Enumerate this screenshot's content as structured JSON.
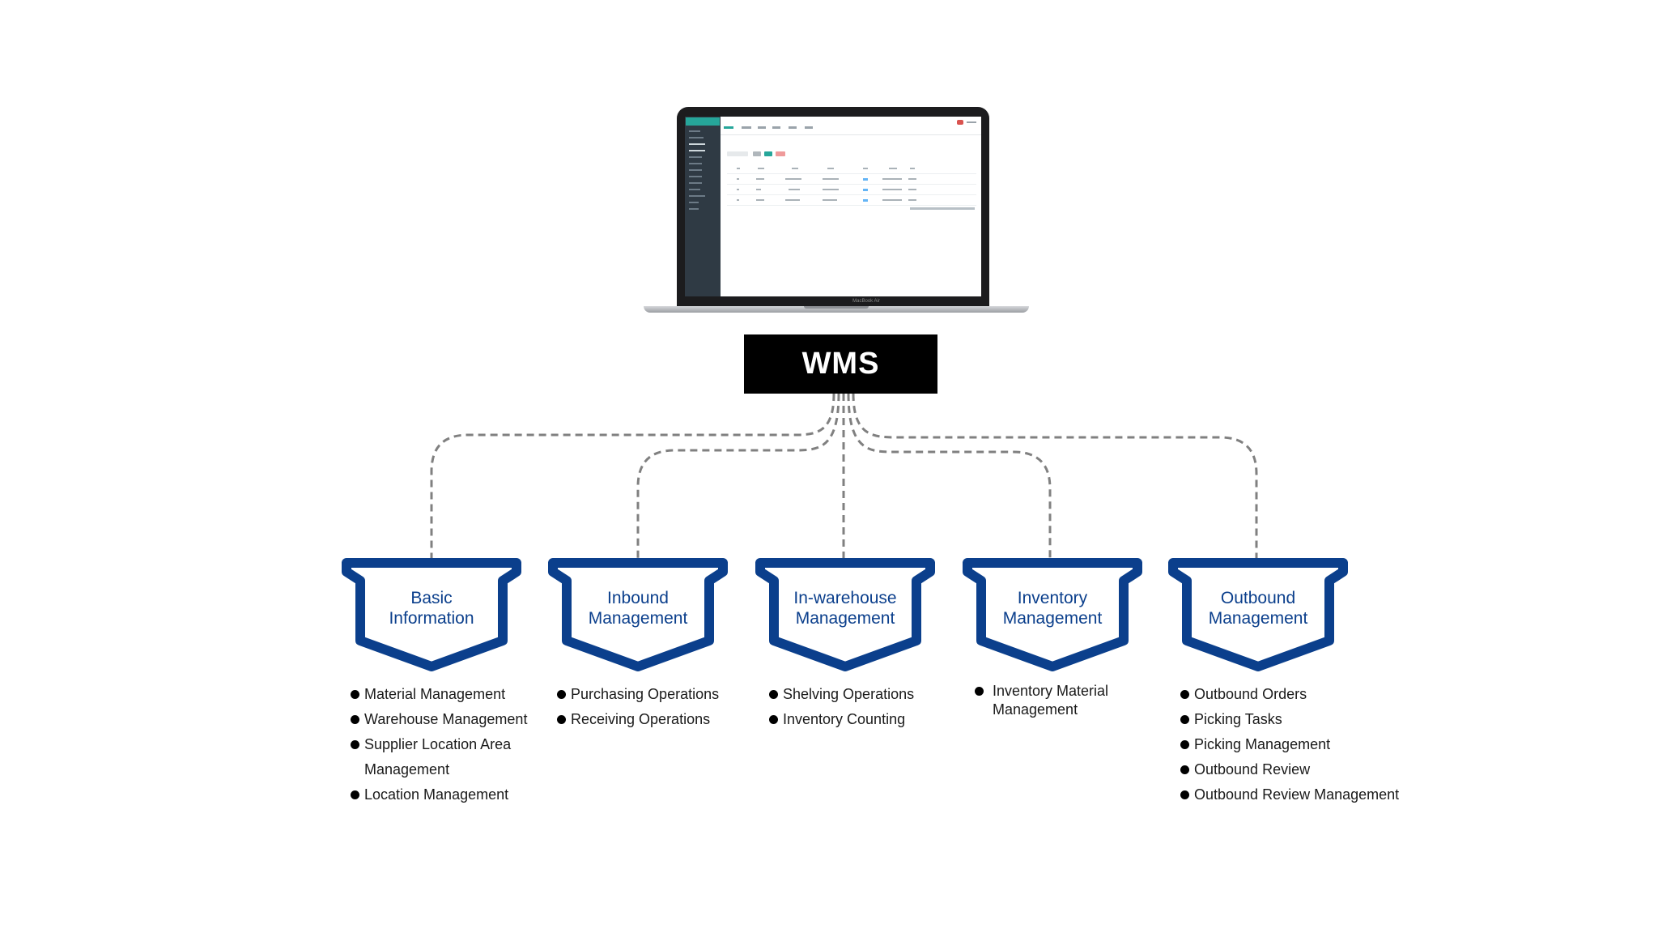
{
  "laptop": {
    "brand": "MacBook Air"
  },
  "root": {
    "label": "WMS"
  },
  "modules": [
    {
      "label_line1": "Basic",
      "label_line2": "Information",
      "items": [
        "Material Management",
        "Warehouse Management",
        "Supplier Location Area",
        "Management",
        "Location Management"
      ]
    },
    {
      "label_line1": "Inbound",
      "label_line2": "Management",
      "items": [
        "Purchasing Operations",
        "Receiving Operations"
      ]
    },
    {
      "label_line1": "In-warehouse",
      "label_line2": "Management",
      "items": [
        "Shelving Operations",
        "Inventory Counting"
      ]
    },
    {
      "label_line1": "Inventory",
      "label_line2": "Management",
      "items": [
        "Inventory Material",
        "Management"
      ]
    },
    {
      "label_line1": "Outbound",
      "label_line2": "Management",
      "items": [
        "Outbound Orders",
        "Picking Tasks",
        "Picking Management",
        "Outbound Review",
        "Outbound Review Management"
      ]
    }
  ],
  "colors": {
    "module_border": "#0b3f8c",
    "connector": "#808080",
    "root_bg": "#000000"
  }
}
